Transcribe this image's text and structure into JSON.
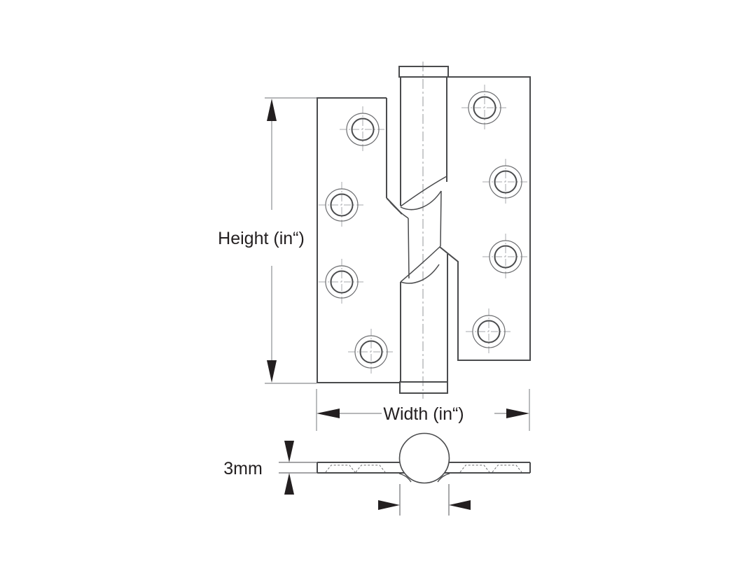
{
  "labels": {
    "height": "Height (in“)",
    "width": "Width (in“)",
    "thickness": "3mm"
  },
  "colors": {
    "outline": "#4a4b4d",
    "detail": "#6d6e71",
    "centerline": "#a7a9ac",
    "dimension": "#9d9fa2",
    "ink": "#231f20",
    "background": "#ffffff"
  }
}
